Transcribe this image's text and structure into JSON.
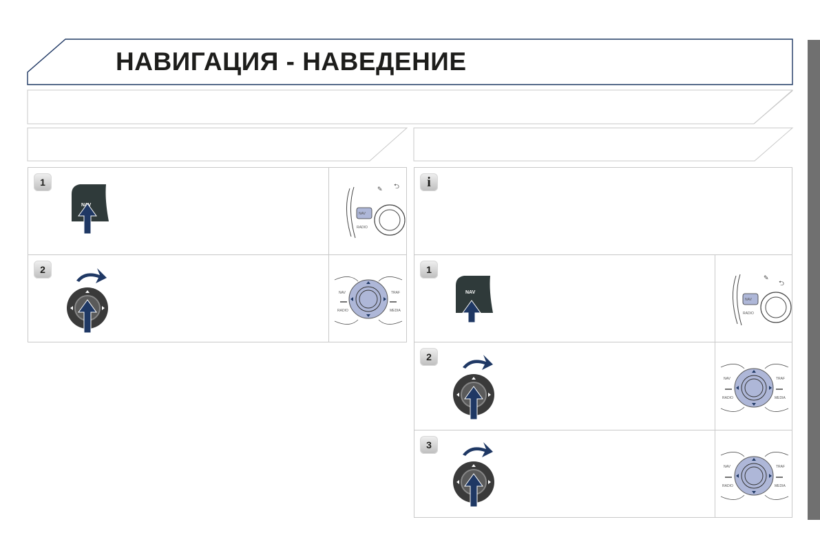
{
  "header": {
    "title": "НАВИГАЦИЯ - НАВЕДЕНИЕ"
  },
  "left": {
    "steps": [
      {
        "number": "1",
        "button_label": "NAV",
        "panel_labels": [
          "NAV",
          "RADIO"
        ]
      },
      {
        "number": "2",
        "panel_labels": [
          "NAV",
          "RADIO",
          "TRAF",
          "MEDIA"
        ]
      }
    ]
  },
  "right": {
    "info_badge": "i",
    "steps": [
      {
        "number": "1",
        "button_label": "NAV",
        "panel_labels": [
          "NAV",
          "RADIO"
        ]
      },
      {
        "number": "2",
        "panel_labels": [
          "NAV",
          "RADIO",
          "TRAF",
          "MEDIA"
        ]
      },
      {
        "number": "3",
        "panel_labels": [
          "NAV",
          "RADIO",
          "TRAF",
          "MEDIA"
        ]
      }
    ]
  },
  "colors": {
    "accent": "#1f3864",
    "sidebar": "#707070",
    "panel_blue": "#aeb7d8",
    "border": "#c8c8c8"
  }
}
